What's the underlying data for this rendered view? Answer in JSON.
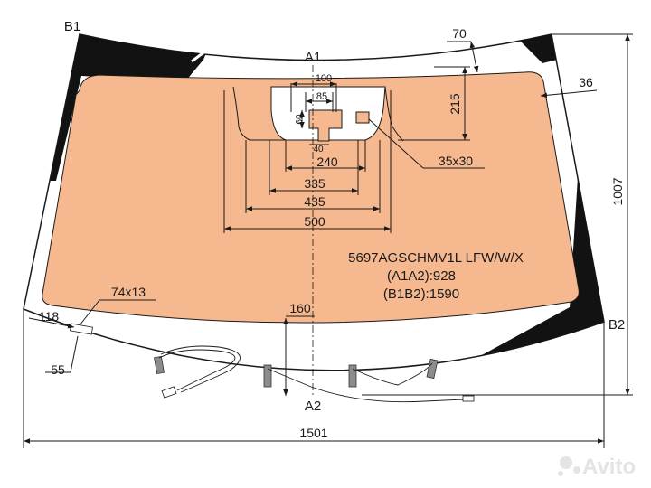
{
  "points": {
    "b1": "B1",
    "b2": "B2",
    "a1": "A1",
    "a2": "A2"
  },
  "dimensions": {
    "top_border": "70",
    "side_border": "36",
    "mirror_width": "100",
    "mirror_mount": "85",
    "mirror_height": "60",
    "mirror_neck": "40",
    "notch_depth": "215",
    "sensor_size": "35x30",
    "width_240": "240",
    "width_335": "335",
    "width_435": "435",
    "width_500": "500",
    "height": "1007",
    "width": "1501",
    "bottom_margin": "160",
    "label_size": "74x13",
    "label_offset_x": "118",
    "label_offset_y": "55"
  },
  "part": {
    "code": "5697AGSCHMV1L LFW/W/X",
    "a1a2": "(A1A2):928",
    "b1b2": "(B1B2):1590"
  },
  "watermark": "Avito",
  "colors": {
    "tint": "#f5b88f",
    "frit": "#121212",
    "outline": "#1a1a1a",
    "bracket": "#8c8c8c"
  }
}
